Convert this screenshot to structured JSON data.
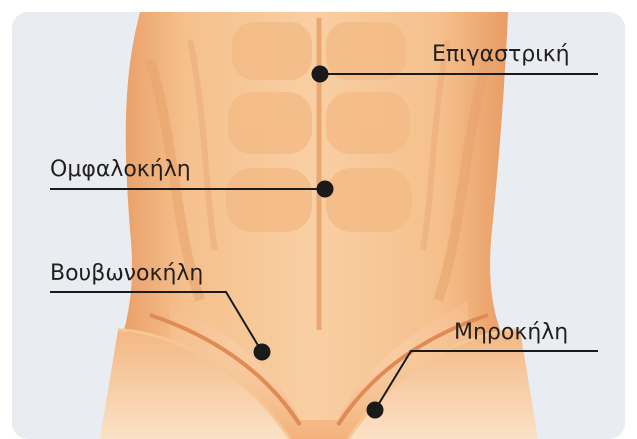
{
  "labels": {
    "epigastric": "Επιγαστρική",
    "umbilical": "Ομφαλοκήλη",
    "inguinal": "Βουβωνοκήλη",
    "femoral": "Μηροκήλη"
  },
  "colors": {
    "background": "#e9ecf1",
    "skin_light": "#f8d2a9",
    "skin_mid": "#f0b27c",
    "skin_dark": "#e4935c",
    "marker": "#1a1a1a",
    "text": "#231f20"
  },
  "icons": {
    "markers": [
      "dot-marker",
      "dot-marker",
      "dot-marker",
      "dot-marker"
    ]
  }
}
